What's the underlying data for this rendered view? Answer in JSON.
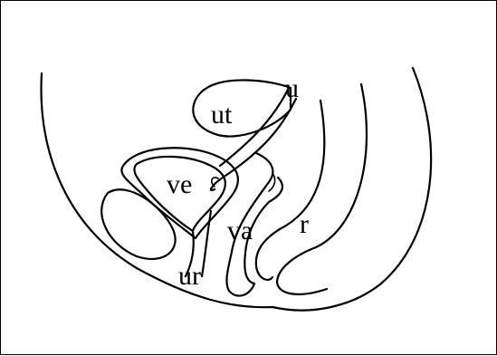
{
  "diagram": {
    "labels": {
      "ut": "ut",
      "u": "u",
      "ve": "ve",
      "va": "va",
      "r": "r",
      "ur": "ur"
    }
  }
}
